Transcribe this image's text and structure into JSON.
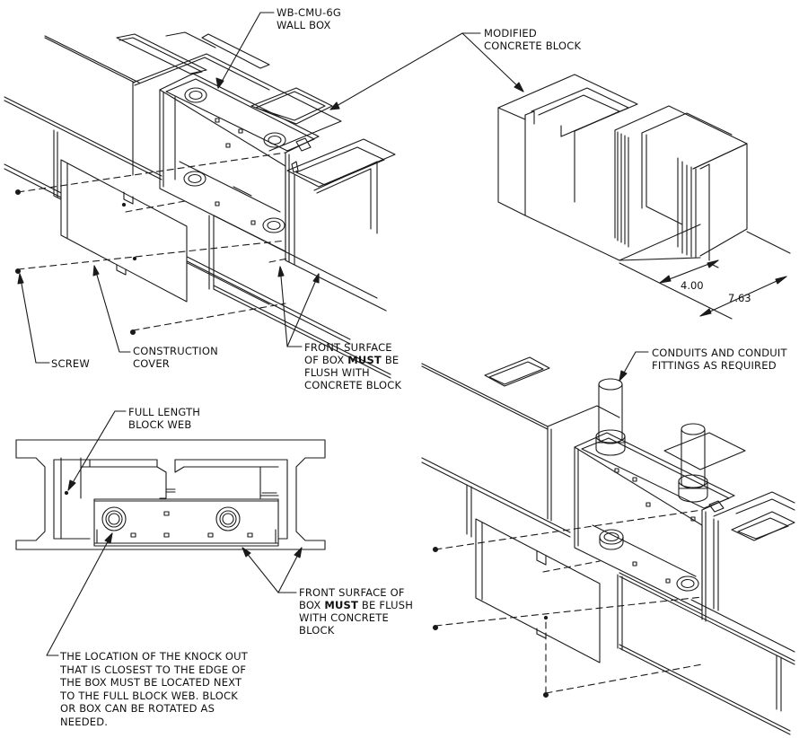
{
  "labels": {
    "wall_box": [
      "WB-CMU-6G",
      "WALL BOX"
    ],
    "modified_block": [
      "MODIFIED",
      "CONCRETE BLOCK"
    ],
    "screw": "SCREW",
    "construction_cover": [
      "CONSTRUCTION",
      "COVER"
    ],
    "front_surface_top": {
      "line1": "FRONT SURFACE",
      "line2_pre": "OF BOX ",
      "line2_bold": "MUST",
      "line2_post": " BE",
      "line3": "FLUSH WITH",
      "line4": "CONCRETE BLOCK"
    },
    "full_length_web": [
      "FULL LENGTH",
      "BLOCK WEB"
    ],
    "front_surface_bottom": {
      "line1": "FRONT SURFACE OF",
      "line2_pre": "BOX ",
      "line2_bold": "MUST",
      "line2_post": " BE FLUSH",
      "line3": "WITH CONCRETE",
      "line4": "BLOCK"
    },
    "conduits": [
      "CONDUITS AND CONDUIT",
      "FITTINGS AS REQUIRED"
    ],
    "knockout_note": [
      "THE LOCATION OF THE KNOCK OUT",
      "THAT IS CLOSEST TO THE EDGE OF",
      "THE BOX MUST BE LOCATED NEXT",
      "TO THE FULL  BLOCK WEB.  BLOCK",
      "OR BOX CAN BE ROTATED AS",
      "NEEDED."
    ]
  },
  "dimensions": {
    "depth": "4.00",
    "width": "7.63"
  }
}
